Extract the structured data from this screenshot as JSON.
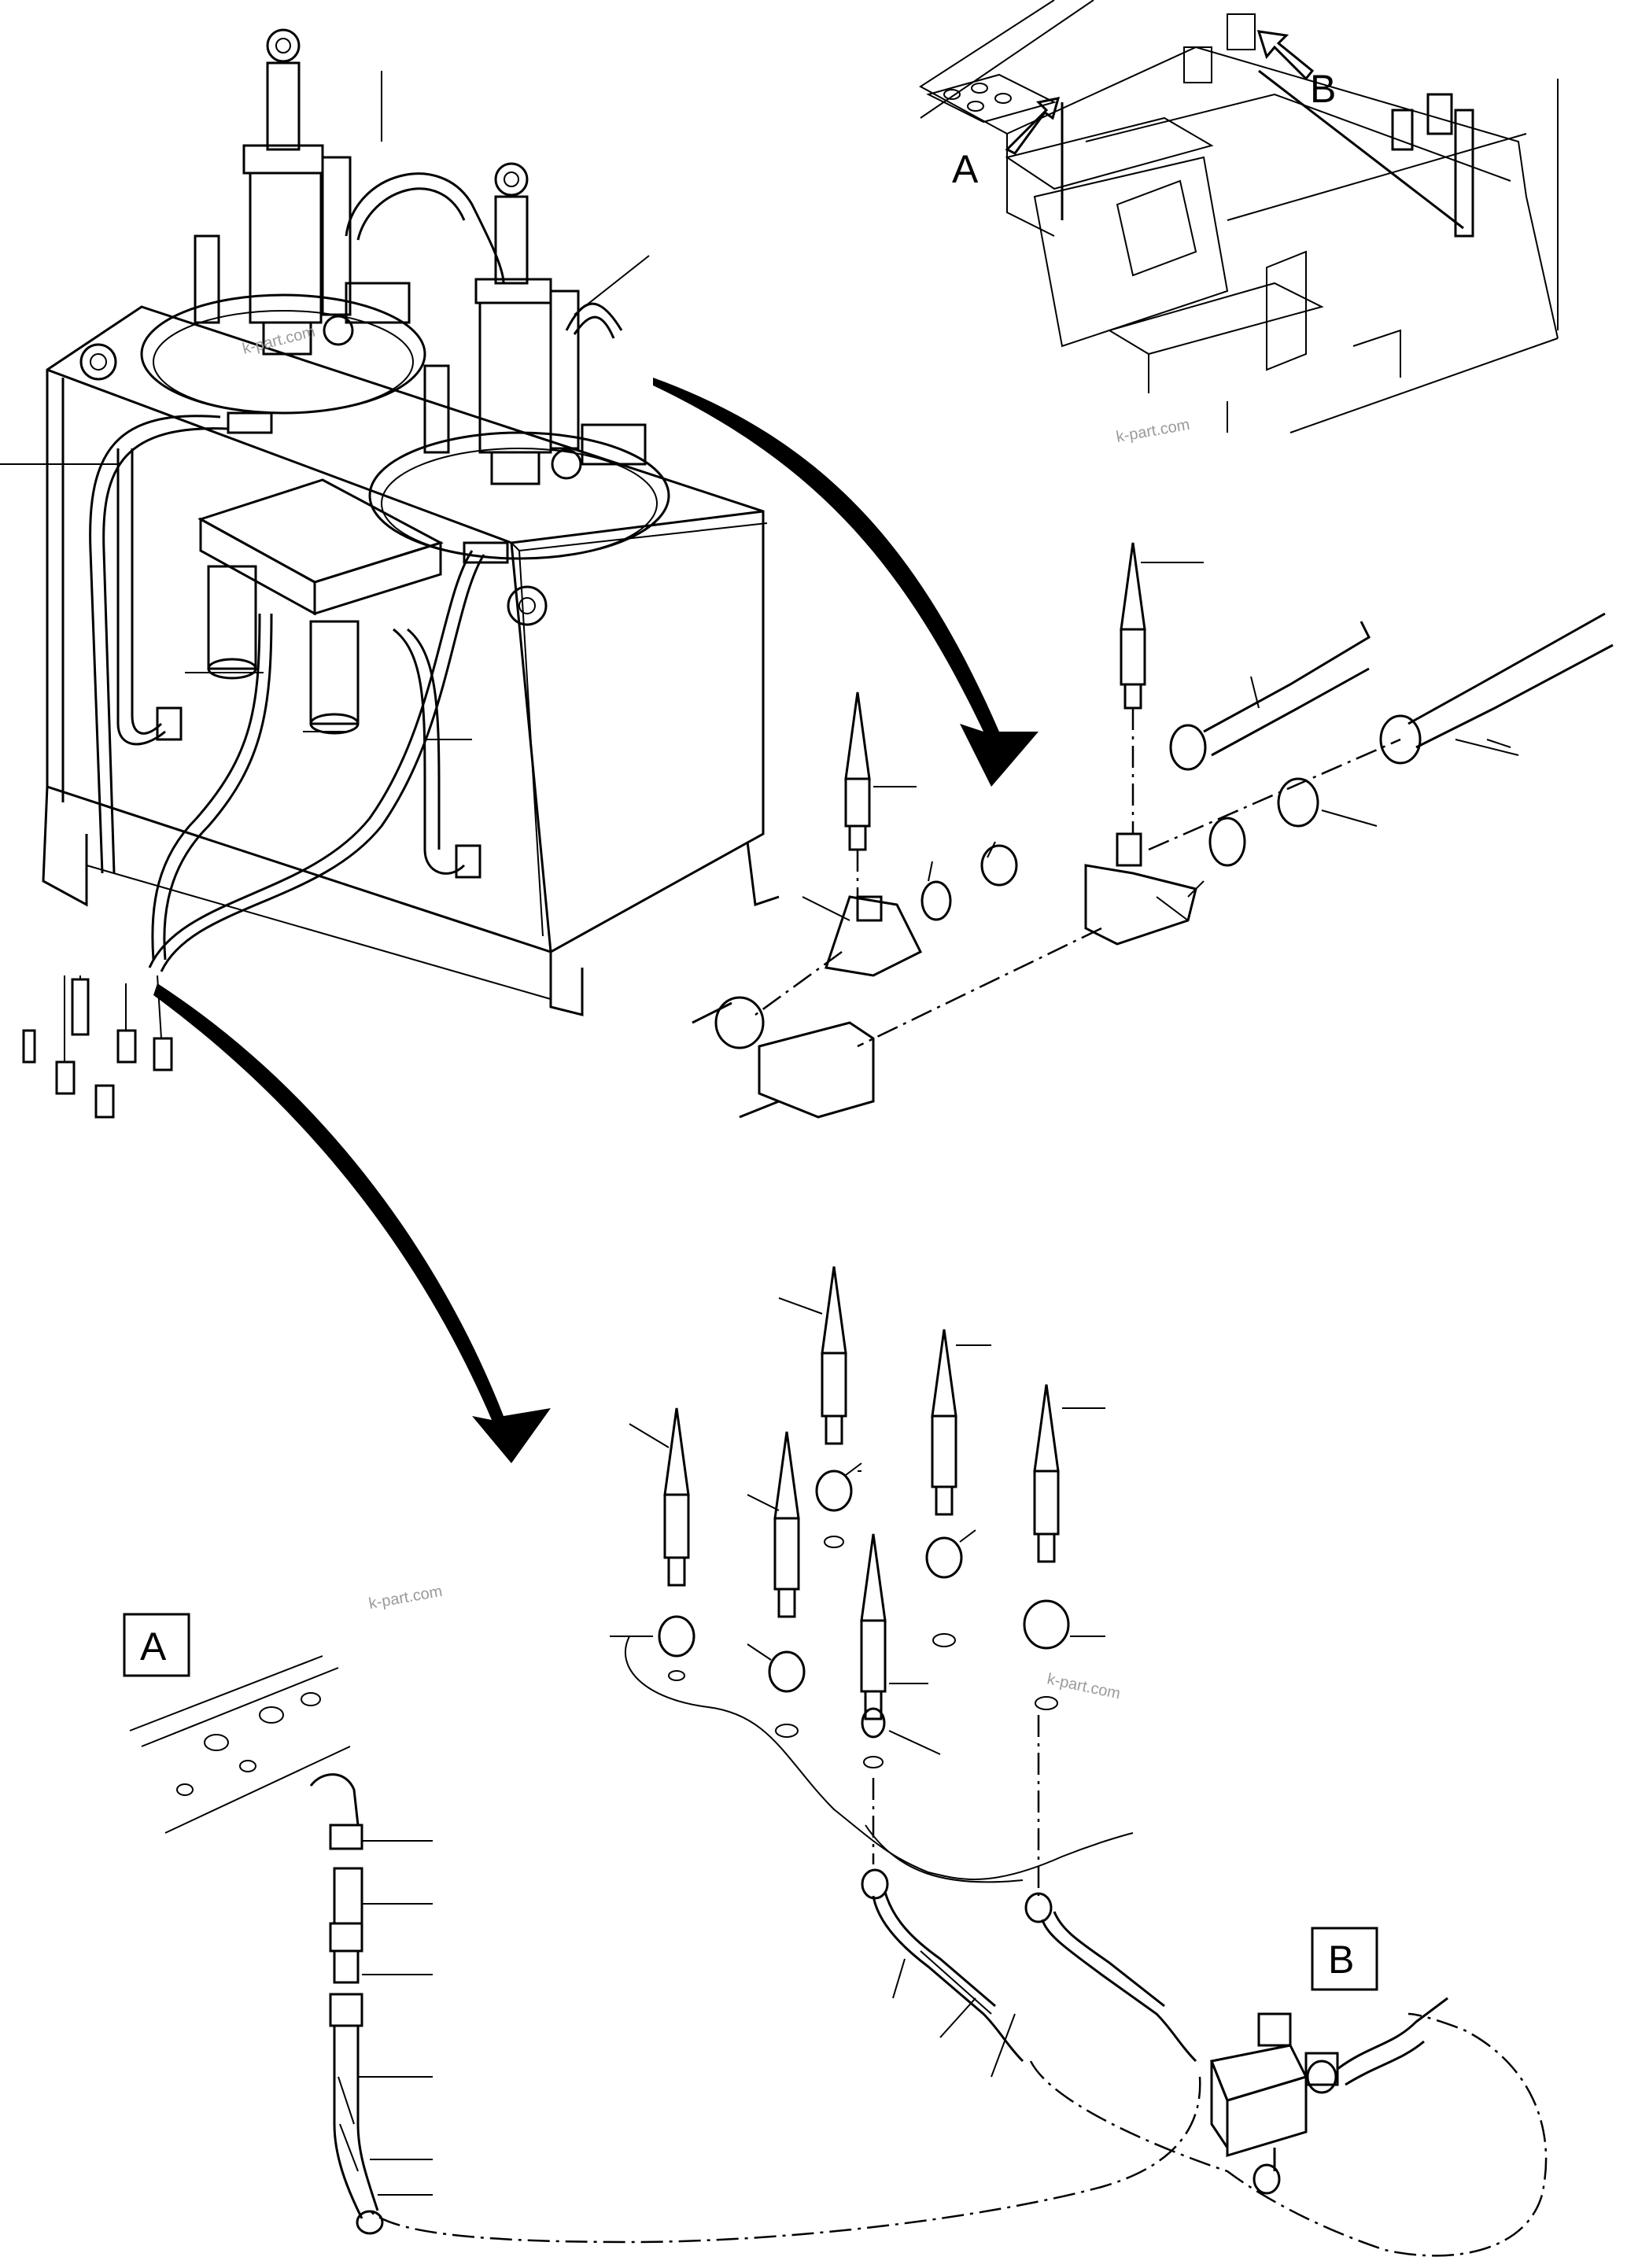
{
  "callouts": {
    "a": "A",
    "b": "B",
    "box_a": "A",
    "box_b": "B"
  },
  "watermarks": [
    "k-part.com",
    "k-part.com",
    "k-part.com",
    "k-part.com"
  ]
}
